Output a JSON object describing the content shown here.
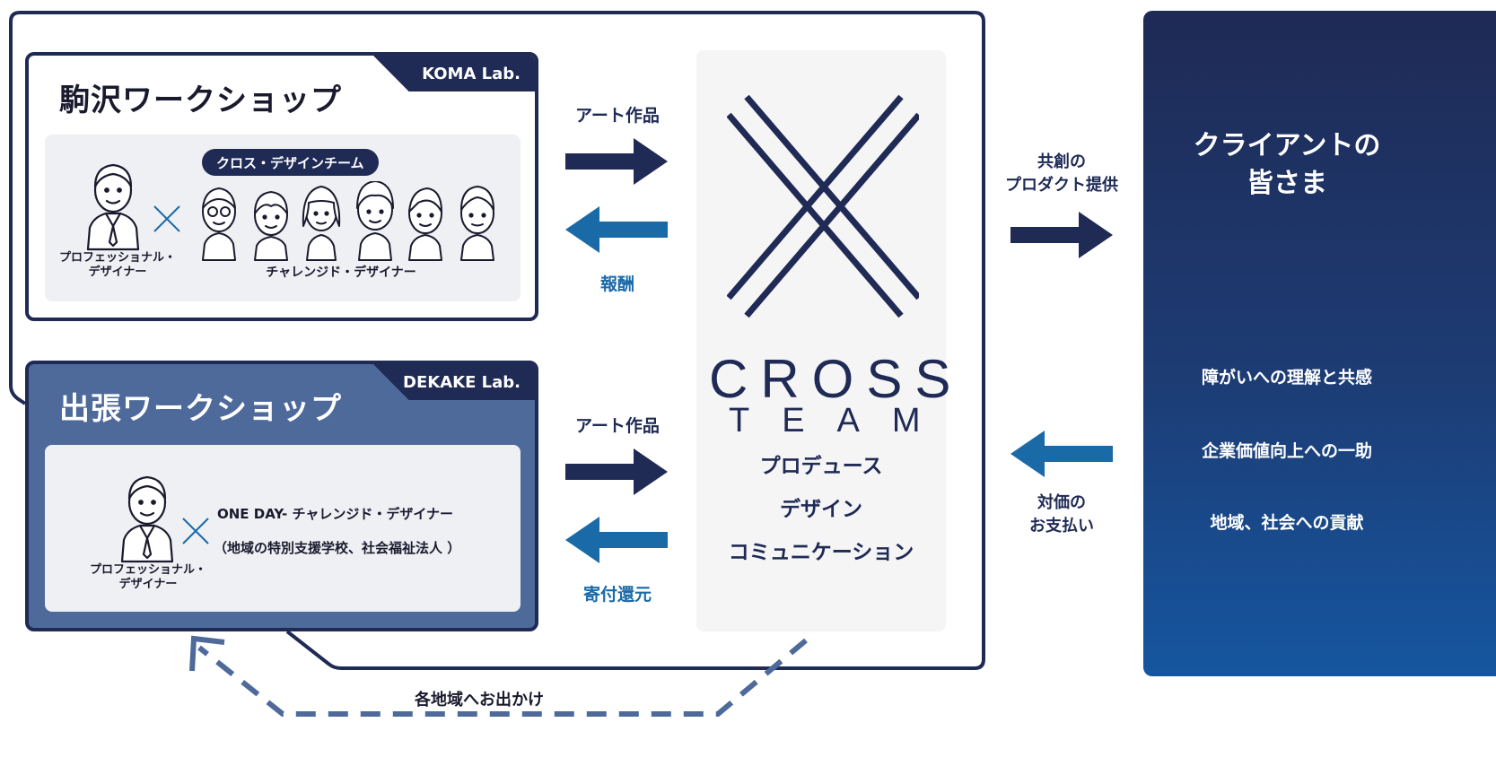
{
  "koma": {
    "tag": "KOMA  Lab.",
    "title": "駒沢ワークショップ",
    "team_pill": "クロス・デザインチーム",
    "pro_label_line1": "プロフェッショナル・",
    "pro_label_line2": "デザイナー",
    "challenged_label": "チャレンジド・デザイナー"
  },
  "dekake": {
    "tag": "DEKAKE Lab.",
    "title": "出張ワークショップ",
    "member_line1": "ONE DAY- チャレンジド・デザイナー",
    "member_line2": "（地域の特別支援学校、社会福祉法人 ）",
    "pro_label_line1": "プロフェッショナル・",
    "pro_label_line2": "デザイナー"
  },
  "flows": {
    "art_top": "アート作品",
    "reward": "報酬",
    "art_bottom": "アート作品",
    "donation": "寄付還元",
    "co_create_line1": "共創の",
    "co_create_line2": "プロダクト提供",
    "payment_line1": "対価の",
    "payment_line2": "お支払い",
    "outing": "各地域へお出かけ"
  },
  "cross_team": {
    "word1": "CROSS",
    "word2": "TEAM",
    "services": [
      "プロデュース",
      "デザイン",
      "コミュニケーション"
    ]
  },
  "client": {
    "title_line1": "クライアントの",
    "title_line2": "皆さま",
    "benefits": [
      "障がいへの理解と共感",
      "企業価値向上への一助",
      "地域、社会への貢献"
    ]
  },
  "colors": {
    "navy": "#1f2a55",
    "blue": "#1a6aa8",
    "dekake_panel": "#4e6a9a",
    "dashed": "#4e6a9a"
  }
}
